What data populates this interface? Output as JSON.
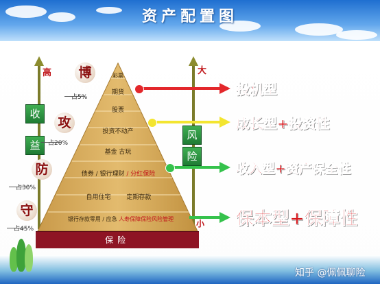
{
  "title": "资产配置图",
  "axis_left": {
    "high_label": "高"
  },
  "axis_right": {
    "big_label": "大",
    "small_label": "小"
  },
  "strategy_circles": [
    {
      "char": "博"
    },
    {
      "char": "攻"
    },
    {
      "char": "防"
    },
    {
      "char": "守"
    }
  ],
  "left_boxes": [
    {
      "char": "收"
    },
    {
      "char": "益"
    }
  ],
  "right_boxes": [
    {
      "char": "风"
    },
    {
      "char": "险"
    }
  ],
  "percentages": [
    "占5%",
    "占20%",
    "占30%",
    "占45%"
  ],
  "pyramid_levels": [
    {
      "text": "彩票"
    },
    {
      "text": "期货"
    },
    {
      "text": "股票"
    },
    {
      "text": "投资不动产"
    },
    {
      "text": "基金  古玩"
    },
    {
      "text": "债券 / 银行理财",
      "highlight": "/ 分红保险"
    },
    {
      "text": "自用住宅        定期存款"
    },
    {
      "text": "银行存款零用 / 应急",
      "highlight": "人寿保障保险风险管理"
    }
  ],
  "base_label": "保险",
  "arrows": [
    {
      "label": "投机型",
      "color": "#e3272b",
      "text_color": "#d7181d"
    },
    {
      "label": "成长型+投资性",
      "color": "#f3e530",
      "text_color": "#d7181d"
    },
    {
      "label": "收入型+资产保全性",
      "color": "#35c24c",
      "text_color": "#d7181d"
    },
    {
      "label": "保本型+保障性",
      "color": "#35c24c",
      "text_color": "#d7181d"
    }
  ],
  "watermark": "知乎 @佩佩聊险",
  "colors": {
    "pyramid": "#d9ad5e",
    "pyramid_shadow": "#b88938",
    "base": "#8e1424",
    "highlight_text": "#c2151b"
  }
}
